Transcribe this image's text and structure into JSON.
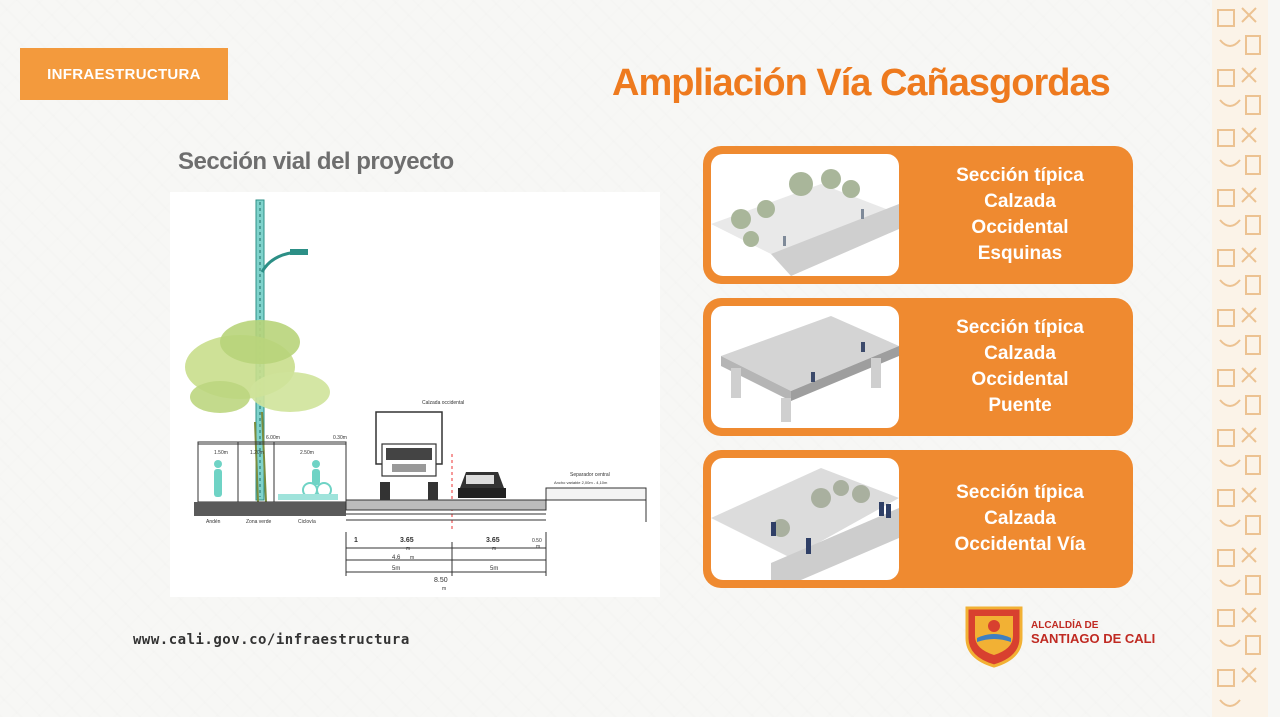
{
  "header": {
    "section_tag": "INFRAESTRUCTURA",
    "title": "Ampliación Vía Cañasgordas"
  },
  "drawing": {
    "subtitle": "Sección vial del proyecto",
    "labels": {
      "calzada": "Calzada occidental",
      "separador": "Separador central",
      "separador_detail": "Ancho variable 2,00m - 4,10m",
      "anden": "Andén",
      "zona_verde": "Zona verde",
      "ciclovia": "Ciclovía",
      "total_top": "6.00m",
      "w1": "1.50m",
      "w2": "1.20m",
      "w3": "2.50m",
      "w4": "0.30m",
      "d_a": "3.65",
      "d_a_unit": "m",
      "d_b": "3.65",
      "d_b_unit": "m",
      "d_c": "4.6",
      "d_c_unit": "m",
      "d_d": "5m",
      "d_e": "5m",
      "d_total": "8.50",
      "d_total_unit": "m",
      "d_one": "1",
      "d_side": "0.50",
      "d_side_unit": "m"
    }
  },
  "cards": [
    {
      "line1": "Sección típica",
      "line2": "Calzada",
      "line3": "Occidental",
      "line4": "Esquinas"
    },
    {
      "line1": "Sección típica",
      "line2": "Calzada",
      "line3": "Occidental",
      "line4": "Puente"
    },
    {
      "line1": "Sección típica",
      "line2": "Calzada",
      "line3": "Occidental Vía",
      "line4": ""
    }
  ],
  "footer": {
    "url": "www.cali.gov.co/infraestructura",
    "logo_line1": "ALCALDÍA DE",
    "logo_line2": "SANTIAGO DE CALI"
  },
  "colors": {
    "accent_orange": "#ef8a30",
    "title_orange": "#ee7a1e",
    "logo_red": "#c02a22"
  }
}
